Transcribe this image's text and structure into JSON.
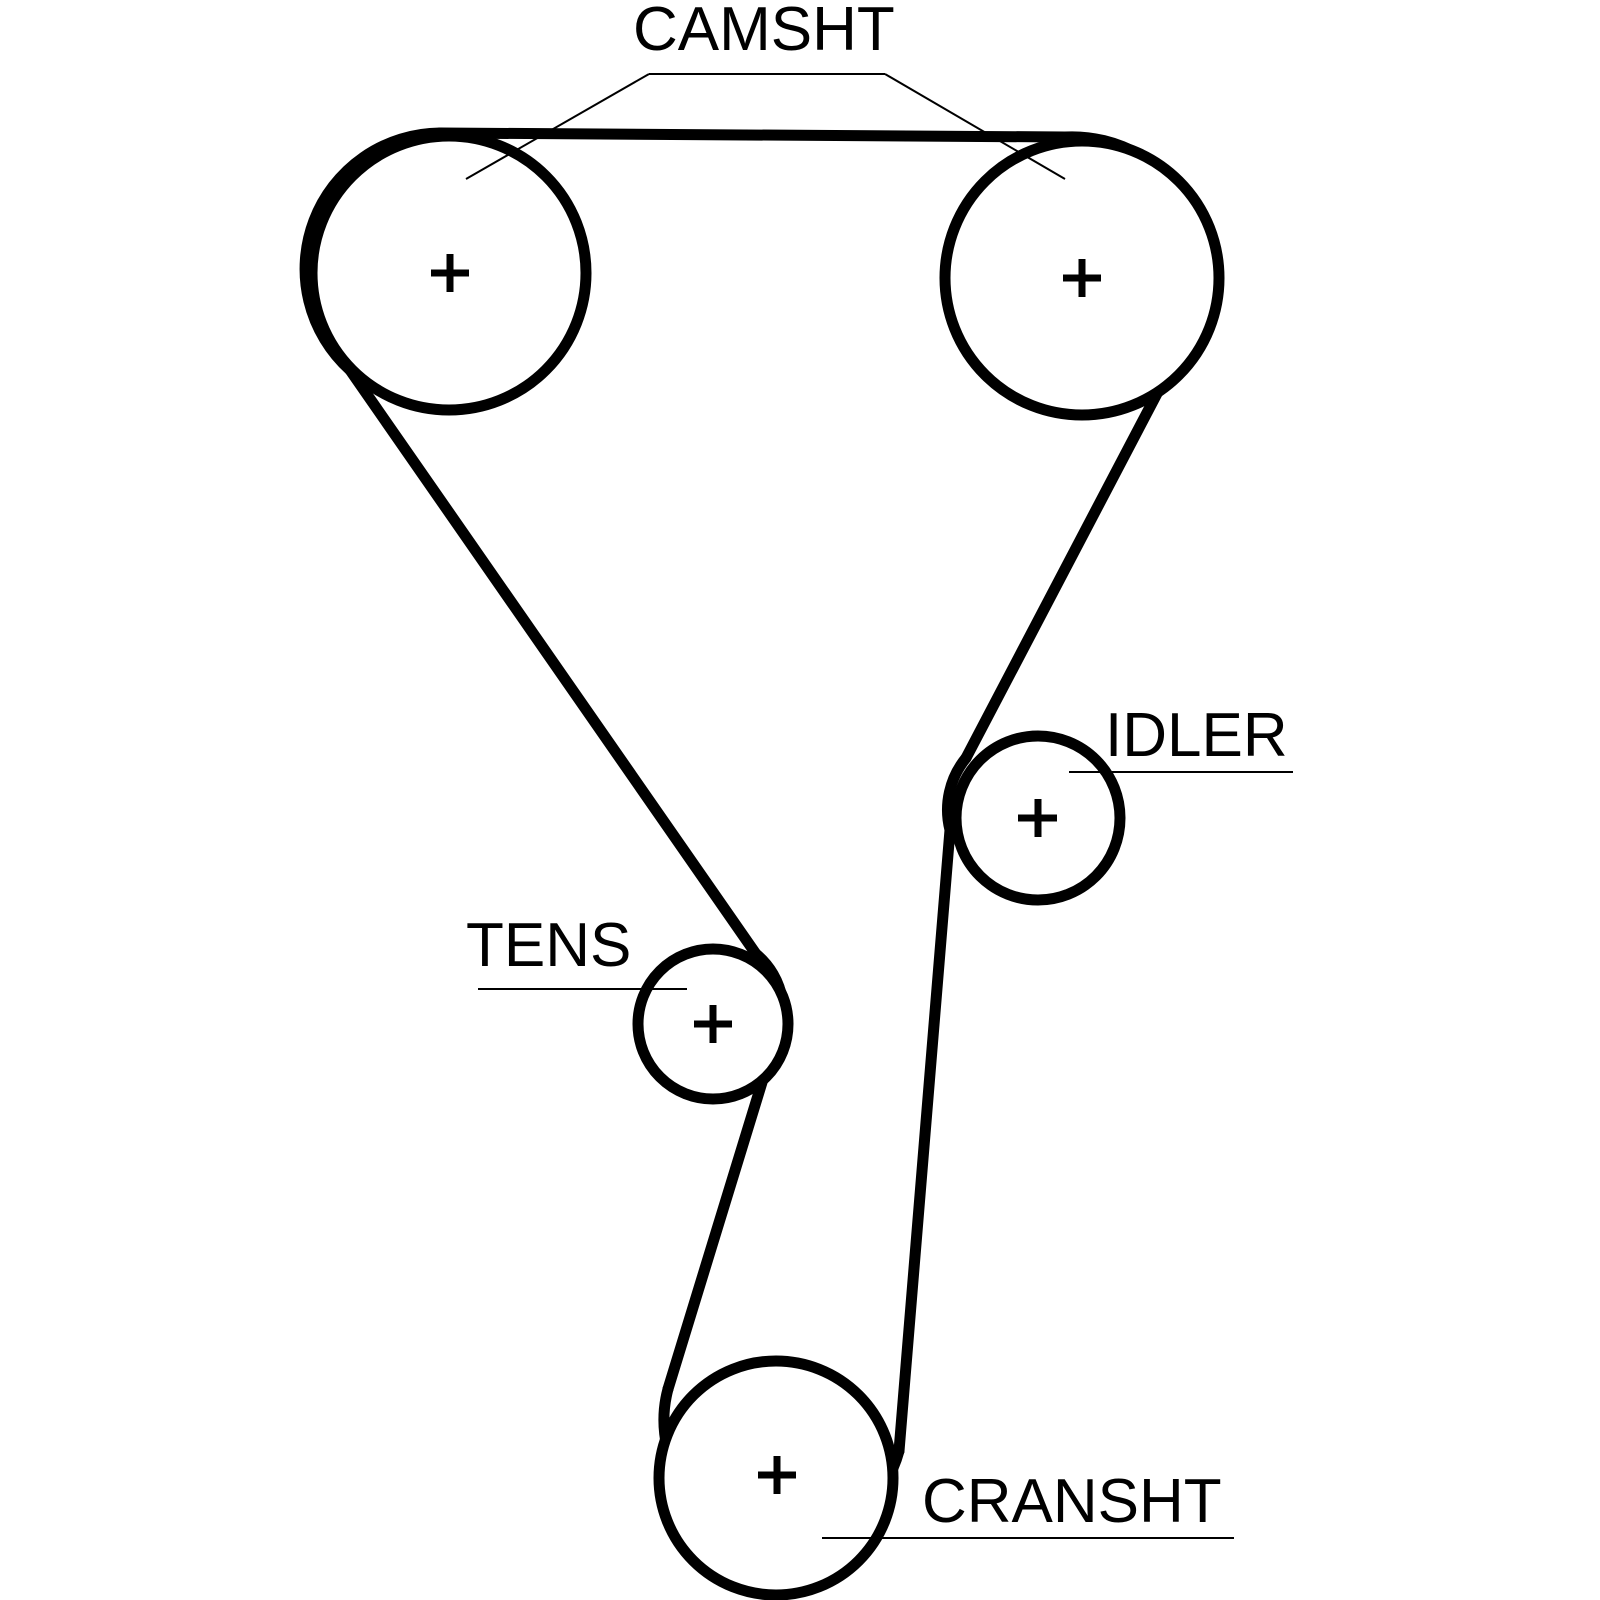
{
  "labels": {
    "camshaft": "CAMSHT",
    "idler": "IDLER",
    "tensioner": "TENS",
    "crankshaft": "CRANSHT"
  },
  "pulleys": [
    {
      "id": "camshaft-left",
      "role": "camshaft"
    },
    {
      "id": "camshaft-right",
      "role": "camshaft"
    },
    {
      "id": "idler",
      "role": "idler"
    },
    {
      "id": "tensioner",
      "role": "tensioner"
    },
    {
      "id": "crankshaft",
      "role": "crankshaft"
    }
  ],
  "colors": {
    "line": "#000000",
    "background": "#ffffff"
  }
}
